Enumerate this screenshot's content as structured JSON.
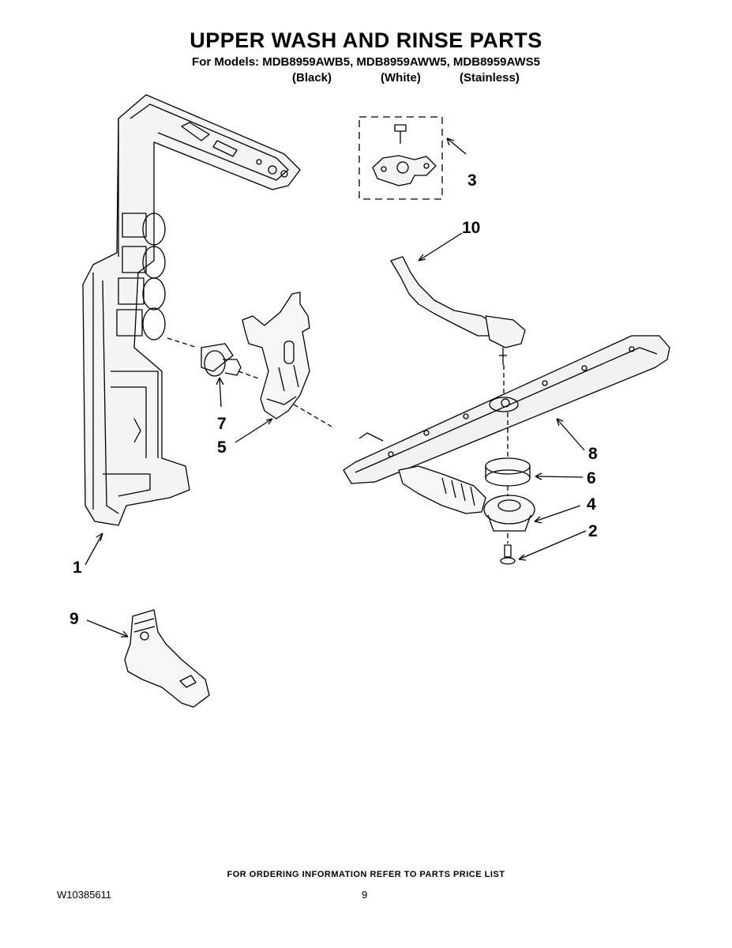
{
  "header": {
    "title": "UPPER WASH AND RINSE PARTS",
    "models_line": "For Models: MDB8959AWB5, MDB8959AWW5, MDB8959AWS5",
    "variants": [
      "(Black)",
      "(White)",
      "(Stainless)"
    ]
  },
  "callouts": [
    "1",
    "2",
    "3",
    "4",
    "5",
    "6",
    "7",
    "8",
    "9",
    "10"
  ],
  "footer": {
    "ordering_note": "FOR ORDERING INFORMATION REFER TO PARTS PRICE LIST",
    "document_number": "W10385611",
    "page_number": "9"
  }
}
